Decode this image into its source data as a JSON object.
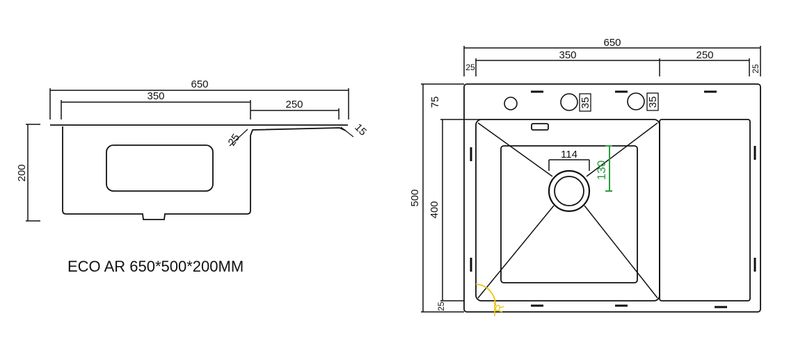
{
  "product_title": "ECO AR 650*500*200MM",
  "side_view": {
    "width_total": "650",
    "bowl_width": "350",
    "drainboard_width": "250",
    "height": "200",
    "left_angle": "25",
    "right_angle": "15"
  },
  "top_view": {
    "width_total": "650",
    "bowl_width": "350",
    "drainboard_width": "250",
    "left_margin": "25",
    "right_margin": "25",
    "depth_total": "500",
    "depth_inner": "400",
    "back_margin": "75",
    "front_margin": "25",
    "tap_hole_1": "35",
    "tap_hole_2": "35",
    "drain_width": "114",
    "drain_offset": "130",
    "corner_radius_label": "R"
  },
  "colors": {
    "line": "#111111",
    "green_dimension": "#2e9b3e",
    "yellow_radius": "#e8c410"
  }
}
